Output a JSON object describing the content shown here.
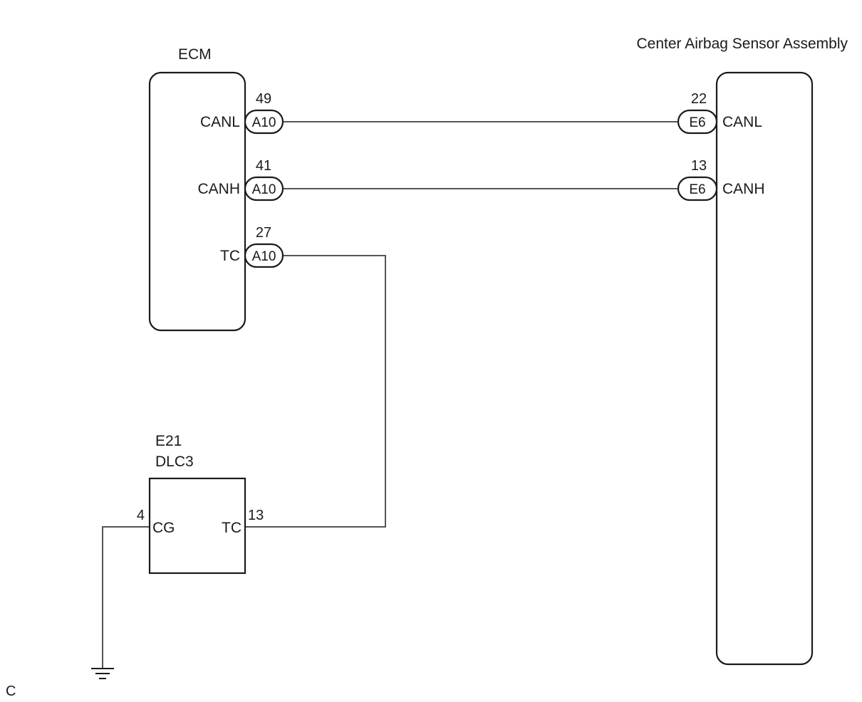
{
  "ecm": {
    "title": "ECM",
    "pins": [
      {
        "signal": "CANL",
        "number": "49",
        "connector": "A10"
      },
      {
        "signal": "CANH",
        "number": "41",
        "connector": "A10"
      },
      {
        "signal": "TC",
        "number": "27",
        "connector": "A10"
      }
    ]
  },
  "airbag": {
    "title": "Center Airbag Sensor Assembly",
    "pins": [
      {
        "signal": "CANL",
        "number": "22",
        "connector": "E6"
      },
      {
        "signal": "CANH",
        "number": "13",
        "connector": "E6"
      }
    ]
  },
  "dlc3": {
    "code": "E21",
    "name": "DLC3",
    "pins": [
      {
        "signal": "CG",
        "number": "4"
      },
      {
        "signal": "TC",
        "number": "13"
      }
    ]
  },
  "footer": {
    "mark": "C"
  }
}
